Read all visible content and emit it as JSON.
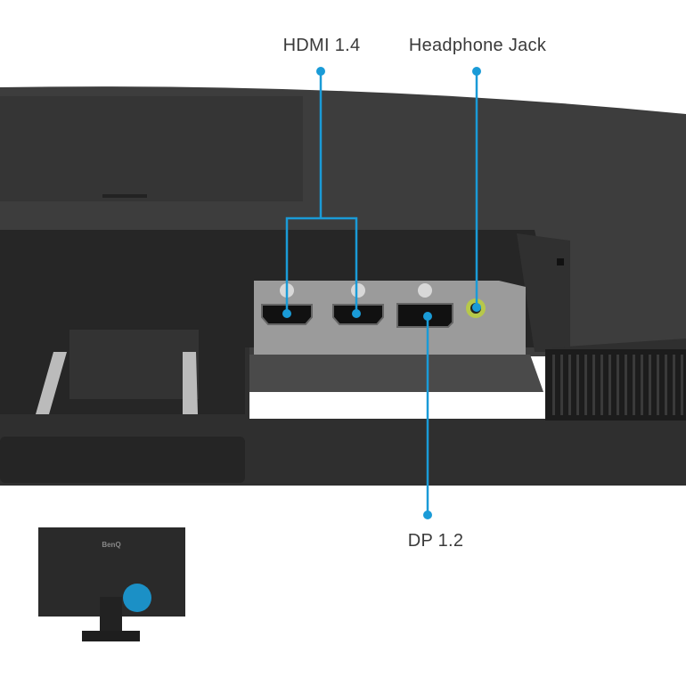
{
  "callouts": {
    "hdmi": "HDMI 1.4",
    "headphone": "Headphone Jack",
    "dp": "DP 1.2"
  },
  "thumbnail": {
    "logo": "BenQ"
  },
  "colors": {
    "accent": "#1a9bd7",
    "shell": "#3b3b3b",
    "port_panel": "#9b9b9b",
    "label_text": "#3a3a3a"
  }
}
